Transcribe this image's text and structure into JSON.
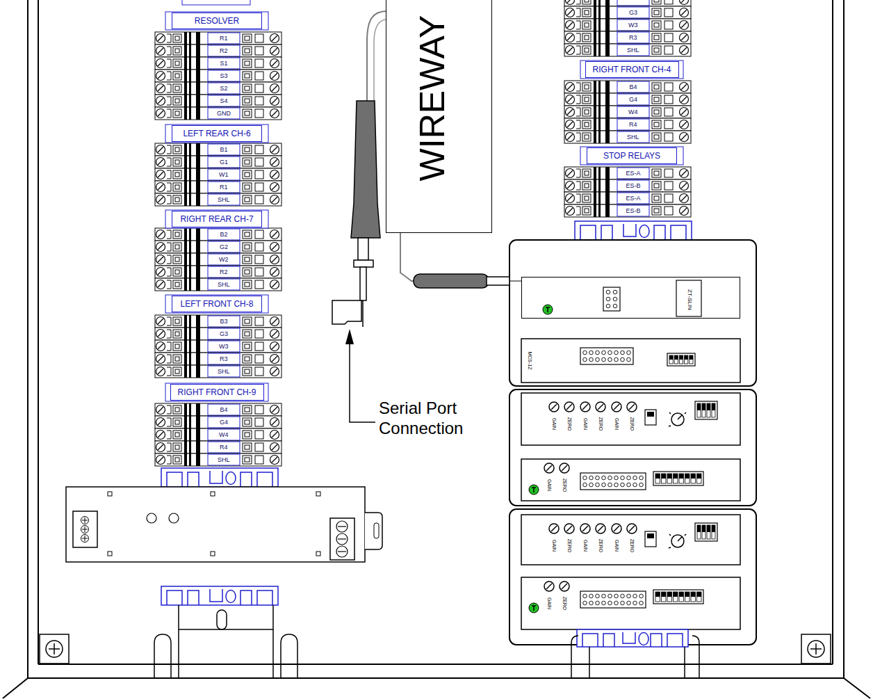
{
  "diagram": {
    "nodes": [
      {
        "text": [
          "RESOLVER"
        ]
      },
      {
        "text": [
          "LEFT REAR CH-6"
        ]
      },
      {
        "text": [
          "RIGHT REAR CH-7"
        ]
      },
      {
        "text": [
          "LEFT FRONT CH-8"
        ]
      },
      {
        "text": [
          "RIGHT FRONT CH-9"
        ]
      },
      {
        "text": [
          "WIREWAY"
        ]
      },
      {
        "text": [
          "RIGHT FRONT CH-4"
        ]
      },
      {
        "text": [
          "STOP RELAYS"
        ]
      },
      {
        "text": [
          "ZT-SLIN"
        ]
      }
    ],
    "edges": [
      {
        "from": 8,
        "to": 5,
        "arrow": "none"
      }
    ],
    "labels": [
      "R1",
      "R2",
      "S1",
      "S3",
      "S2",
      "S4",
      "GND",
      "B1",
      "G1",
      "W1",
      "R1",
      "SHL",
      "B2",
      "G2",
      "W2",
      "R2",
      "SHL",
      "B3",
      "G3",
      "W3",
      "R3",
      "SHL",
      "B4",
      "G4",
      "W4",
      "R4",
      "SHL",
      "G3",
      "W3",
      "R3",
      "SHL",
      "B4",
      "G4",
      "W4",
      "R4",
      "SHL",
      "ES-A",
      "ES-B",
      "ES-A",
      "ES-B",
      "MCS-1Z",
      "GAIN",
      "ZERO",
      "GAIN",
      "ZERO",
      "GAIN",
      "ZERO",
      "GAIN",
      "ZERO",
      "GAIN",
      "ZERO",
      "GAIN",
      "ZERO",
      "GAIN",
      "ZERO",
      "GAIN",
      "ZERO",
      "Serial Port Connection"
    ]
  }
}
